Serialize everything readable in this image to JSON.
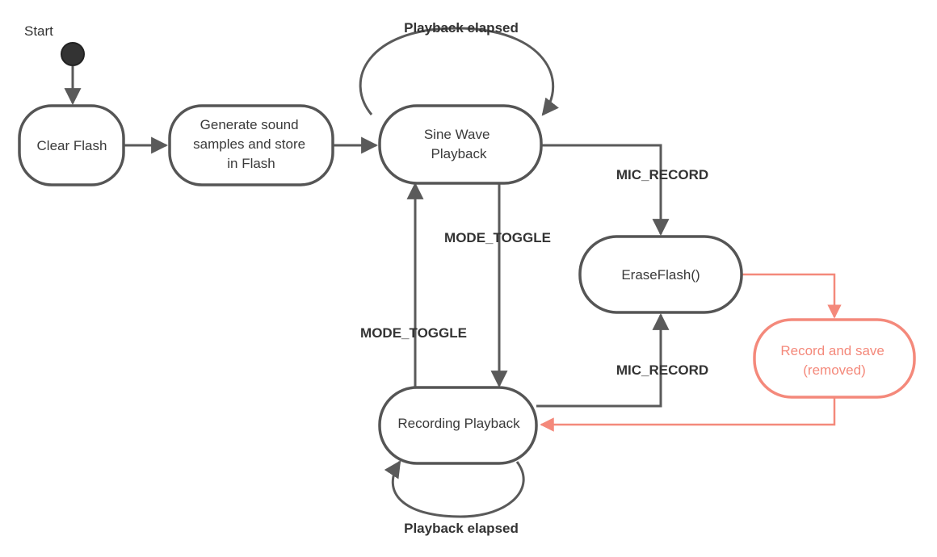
{
  "start_label": "Start",
  "colors": {
    "line": "#5a5a5a",
    "node_border": "#555555",
    "removed": "#f4897b",
    "text": "#3a3a3a"
  },
  "nodes": {
    "clear_flash": {
      "lines": [
        "Clear Flash"
      ]
    },
    "generate": {
      "lines": [
        "Generate sound",
        "samples and store",
        "in Flash"
      ]
    },
    "sine_wave": {
      "lines": [
        "Sine Wave",
        "Playback"
      ]
    },
    "erase_flash": {
      "lines": [
        "EraseFlash()"
      ]
    },
    "record_save": {
      "lines": [
        "Record and save",
        "(removed)"
      ]
    },
    "recording": {
      "lines": [
        "Recording Playback"
      ]
    }
  },
  "edge_labels": {
    "sine_loop": "Playback elapsed",
    "rec_loop": "Playback elapsed",
    "mic_record_top": "MIC_RECORD",
    "mic_record_bottom": "MIC_RECORD",
    "mode_toggle_down": "MODE_TOGGLE",
    "mode_toggle_up": "MODE_TOGGLE"
  }
}
